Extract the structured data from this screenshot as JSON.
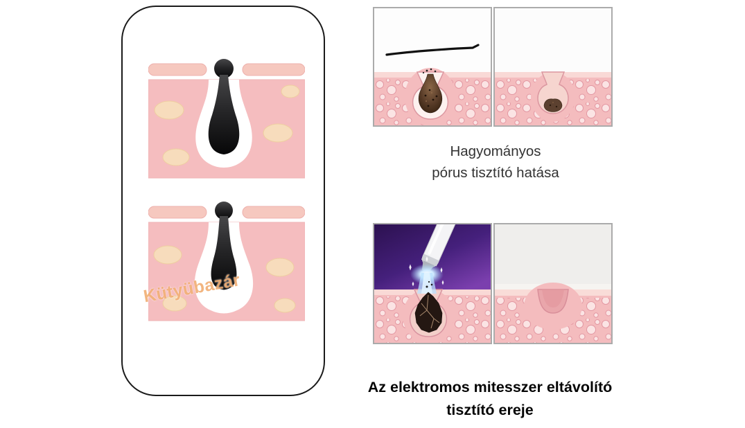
{
  "figure": {
    "watermark": "Kütyübazár"
  },
  "captions": {
    "traditional": {
      "line1": "Hagyományos",
      "line2": "pórus tisztító hatása"
    },
    "electric": {
      "line1": "Az elektromos mitesszer eltávolító",
      "line2": "tisztító ereje"
    }
  },
  "illustrations": {
    "left_top": "clogged-pore-cross-section-large-blackhead",
    "left_bottom": "clogged-pore-cross-section-narrow-blackhead",
    "panel_traditional_before": "scraper-tool-over-clogged-pore",
    "panel_traditional_after": "pore-with-remaining-blackhead-residue",
    "panel_electric_before": "electric-vacuum-device-extracting-blackhead",
    "panel_electric_after": "clean-empty-pore"
  },
  "colors": {
    "skin_pink": "#f4bcbe",
    "skin_light_band": "#f9d9d6",
    "bubble_fill": "#fbe6e6",
    "bubble_stroke": "#e295a0",
    "gland_cream": "#f8debc",
    "blackhead_dark": "#141414",
    "blackhead_brown": "#5c4130",
    "device_purple": "#45207c",
    "beam_blue": "#b9e2ff",
    "outline_black": "#1a1a1a",
    "watermark_orange": "#eea05c"
  }
}
